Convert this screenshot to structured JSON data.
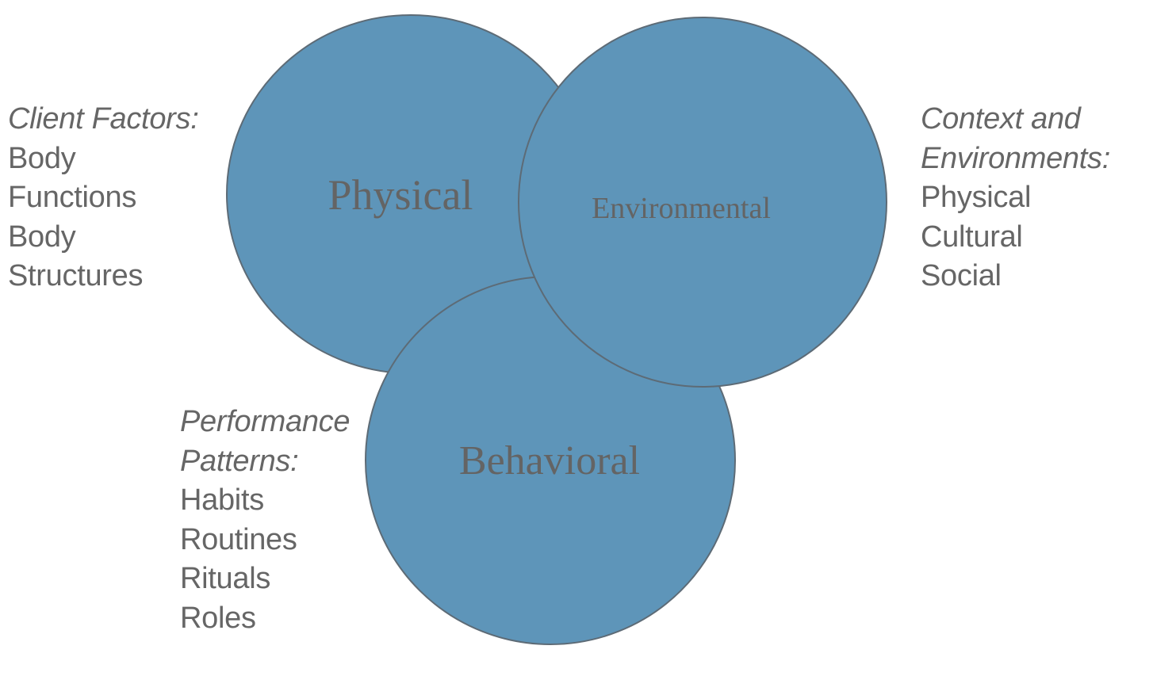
{
  "circles": {
    "physical": {
      "label": "Physical"
    },
    "environmental": {
      "label": "Environmental"
    },
    "behavioral": {
      "label": "Behavioral"
    }
  },
  "colors": {
    "circle_fill": "#5e95b9",
    "circle_stroke": "#5d6b76",
    "label_text": "#646464",
    "side_text": "#666666"
  },
  "client_factors": {
    "heading": "Client Factors:",
    "items": [
      "Body",
      "Functions",
      "Body",
      "Structures"
    ]
  },
  "context_environments": {
    "heading_lines": [
      "Context and",
      "Environments:"
    ],
    "items": [
      "Physical",
      "Cultural",
      "Social"
    ]
  },
  "performance_patterns": {
    "heading_lines": [
      "Performance",
      "Patterns:"
    ],
    "items": [
      "Habits",
      "Routines",
      "Rituals",
      "Roles"
    ]
  }
}
